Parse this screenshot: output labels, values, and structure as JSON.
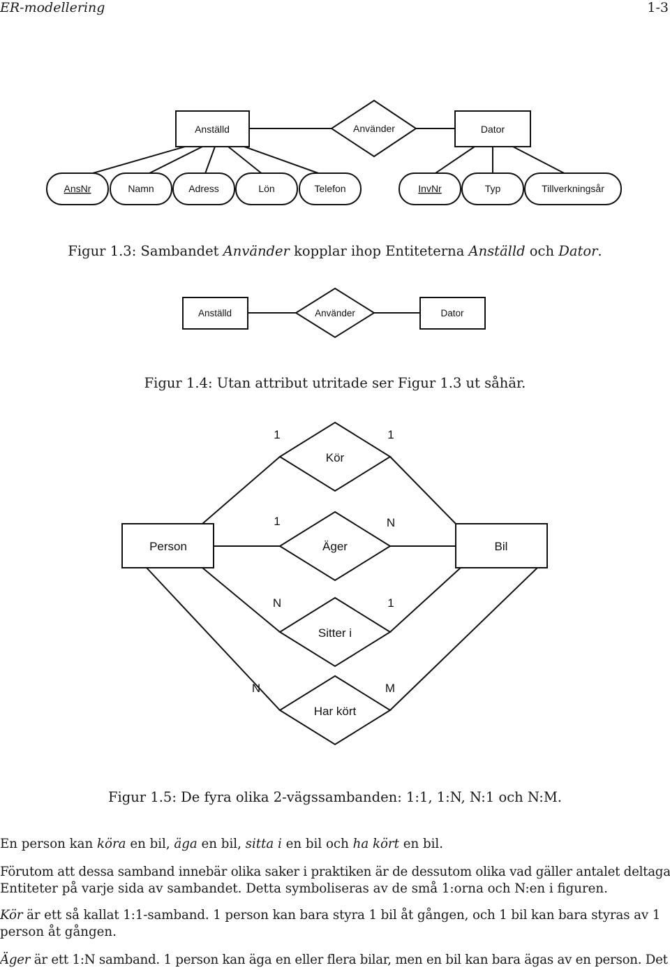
{
  "header": {
    "left": "ER-modellering",
    "right": "1-3"
  },
  "fig13": {
    "entities": {
      "anstalld": "Anställd",
      "dator": "Dator"
    },
    "relation": "Använder",
    "attributes": {
      "ansnr": "AnsNr",
      "namn": "Namn",
      "adress": "Adress",
      "lon": "Lön",
      "telefon": "Telefon",
      "invnr": "InvNr",
      "typ": "Typ",
      "tillverkningsar": "Tillverkningsår"
    },
    "caption": {
      "prefix": "Figur 1.3: Sambandet ",
      "relation": "Använder",
      "middle": " kopplar ihop Entiteterna ",
      "entity1": "Anställd",
      "and": " och ",
      "entity2": "Dator",
      "end": "."
    }
  },
  "fig14": {
    "entity1": "Anställd",
    "relation": "Använder",
    "entity2": "Dator",
    "caption": "Figur 1.4: Utan attribut utritade ser Figur 1.3 ut såhär."
  },
  "fig15": {
    "person": "Person",
    "bil": "Bil",
    "kor": {
      "label": "Kör",
      "left": "1",
      "right": "1"
    },
    "ager": {
      "label": "Äger",
      "left": "1",
      "right": "N"
    },
    "sitter": {
      "label": "Sitter i",
      "left": "N",
      "right": "1"
    },
    "harkort": {
      "label": "Har kört",
      "left": "N",
      "right": "M"
    },
    "caption": "Figur 1.5: De fyra olika 2-vägssambanden: 1:1, 1:N, N:1 och N:M."
  },
  "para1": {
    "t1": "En person kan ",
    "e1": "köra",
    "t2": " en bil, ",
    "e2": "äga",
    "t3": " en bil, ",
    "e3": "sitta i",
    "t4": " en bil och ",
    "e4": "ha kört",
    "t5": " en bil."
  },
  "para2": {
    "line1": "Förutom att dessa samband innebär olika saker i praktiken är de dessutom olika vad gäller antalet deltagande",
    "line2": "Entiteter på varje sida av sambandet. Detta symboliseras av de små 1:orna och N:en i figuren."
  },
  "para3": {
    "e1": "Kör",
    "line1": " är ett så kallat 1:1-samband. 1 person kan bara styra 1 bil åt gången, och 1 bil kan bara styras av 1",
    "line2": "person åt gången."
  },
  "para4": {
    "e1": "Äger",
    "line1": " är ett 1:N samband. 1 person kan äga en eller flera bilar, men en bil kan bara ägas av en person. Det"
  }
}
